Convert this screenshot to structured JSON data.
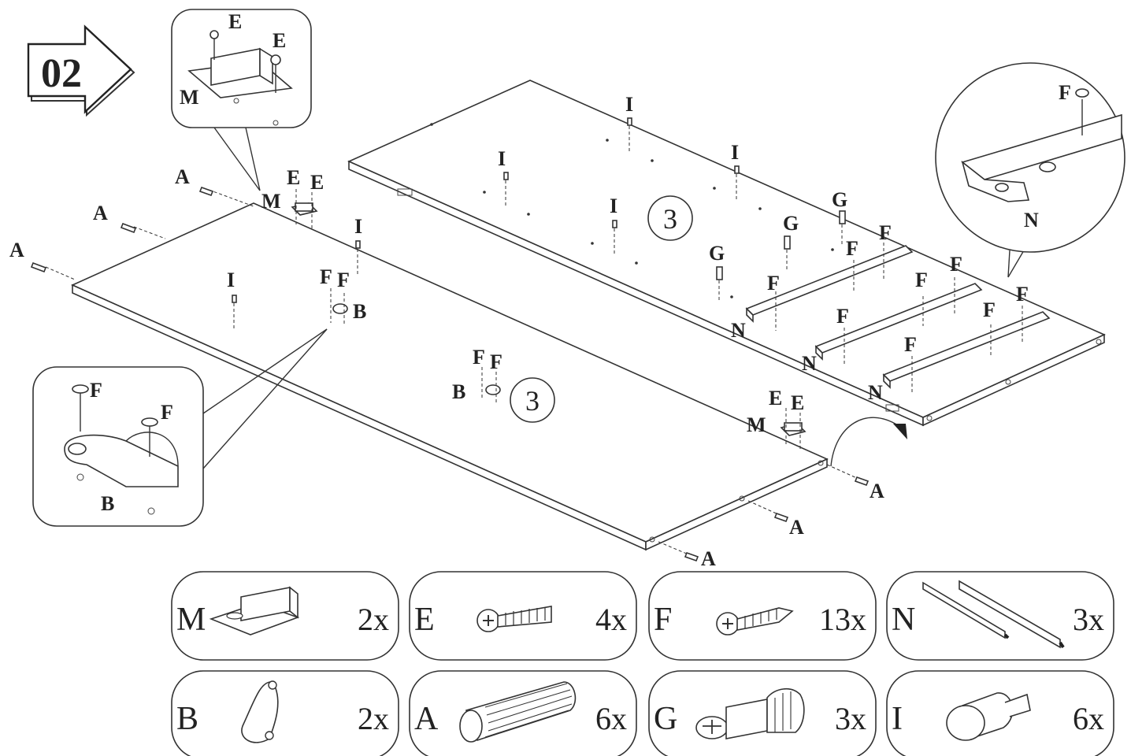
{
  "step": {
    "number": "02"
  },
  "callouts": {
    "magnet_detail": {
      "labels": [
        "E",
        "E",
        "M"
      ]
    },
    "hanger_detail": {
      "labels": [
        "F",
        "F",
        "B"
      ]
    },
    "rail_detail": {
      "labels": [
        "F",
        "N"
      ]
    }
  },
  "diagram": {
    "panel_quantity": "3",
    "labels": {
      "A": "A",
      "B": "B",
      "E": "E",
      "F": "F",
      "G": "G",
      "I": "I",
      "M": "M",
      "N": "N"
    }
  },
  "parts": [
    {
      "id": "M",
      "letter": "M",
      "qty": "2x",
      "icon": "magnet-catch-icon"
    },
    {
      "id": "E",
      "letter": "E",
      "qty": "4x",
      "icon": "machine-screw-icon"
    },
    {
      "id": "F",
      "letter": "F",
      "qty": "13x",
      "icon": "wood-screw-icon"
    },
    {
      "id": "N",
      "letter": "N",
      "qty": "3x",
      "icon": "drawer-rail-icon"
    },
    {
      "id": "B",
      "letter": "B",
      "qty": "2x",
      "icon": "hanger-bracket-icon"
    },
    {
      "id": "A",
      "letter": "A",
      "qty": "6x",
      "icon": "wood-dowel-icon"
    },
    {
      "id": "G",
      "letter": "G",
      "qty": "3x",
      "icon": "cam-bolt-icon"
    },
    {
      "id": "I",
      "letter": "I",
      "qty": "6x",
      "icon": "shelf-pin-icon"
    }
  ]
}
